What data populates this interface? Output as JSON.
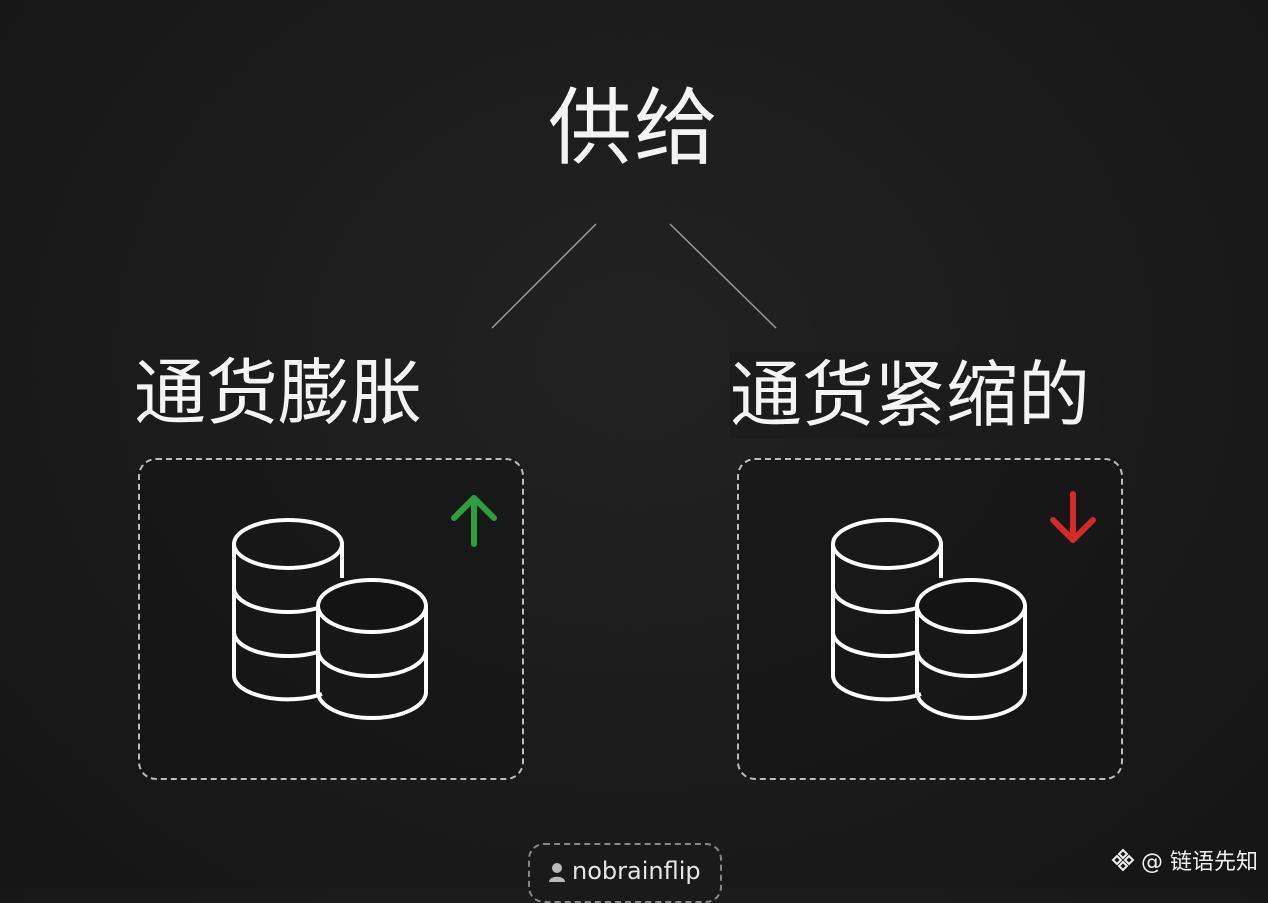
{
  "diagram": {
    "title": "供给",
    "left": {
      "label": "通货膨胀",
      "trend": "up",
      "trend_color": "#2e9e3e"
    },
    "right": {
      "label": "通货紧缩的",
      "trend": "down",
      "trend_color": "#d42a2a"
    }
  },
  "watermark": {
    "handle": "nobrainflip"
  },
  "brand": {
    "text": "@ 链语先知"
  },
  "icons": {
    "coins": "coin-stack-icon",
    "up": "arrow-up-icon",
    "down": "arrow-down-icon"
  }
}
